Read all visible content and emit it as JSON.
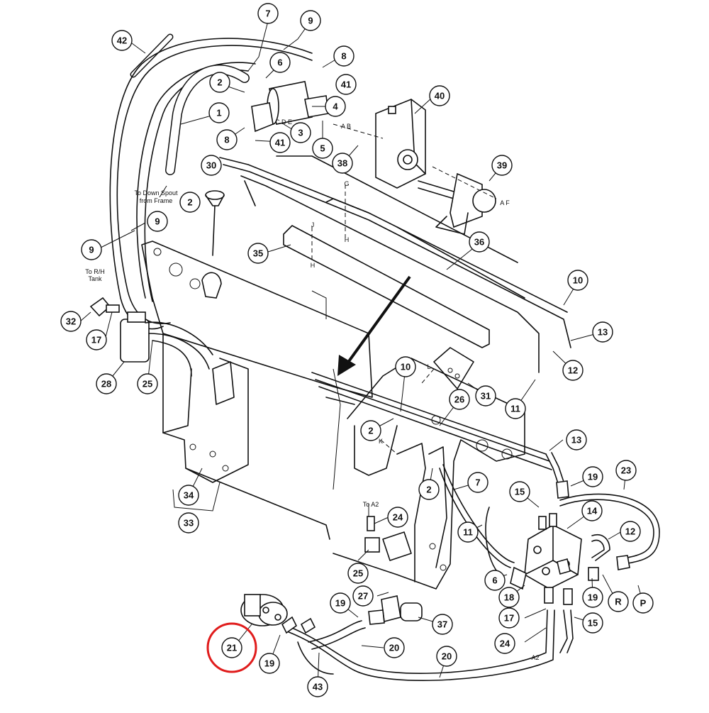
{
  "title": "",
  "highlight": {
    "label": "21",
    "color": "#e01c1c"
  },
  "notes": {
    "to_rh_tank": "To R/H\nTank",
    "to_down_spout": "To Down Spout\nfrom Frame",
    "to_a2": "To A2",
    "a2": "A2",
    "cde": "C D E",
    "ab": "A  B",
    "af": "A F",
    "g": "G",
    "h": "H",
    "j": "J",
    "h2": "H",
    "k": "K",
    "l": "L"
  },
  "callouts": [
    {
      "id": "c42",
      "label": "42"
    },
    {
      "id": "c7",
      "label": "7"
    },
    {
      "id": "c9a",
      "label": "9"
    },
    {
      "id": "c6a",
      "label": "6"
    },
    {
      "id": "c8a",
      "label": "8"
    },
    {
      "id": "c41a",
      "label": "41"
    },
    {
      "id": "c2a",
      "label": "2"
    },
    {
      "id": "c4",
      "label": "4"
    },
    {
      "id": "c1",
      "label": "1"
    },
    {
      "id": "c40",
      "label": "40"
    },
    {
      "id": "c8b",
      "label": "8"
    },
    {
      "id": "c3",
      "label": "3"
    },
    {
      "id": "c41b",
      "label": "41"
    },
    {
      "id": "c5",
      "label": "5"
    },
    {
      "id": "c38",
      "label": "38"
    },
    {
      "id": "c39",
      "label": "39"
    },
    {
      "id": "c30",
      "label": "30"
    },
    {
      "id": "c2b",
      "label": "2"
    },
    {
      "id": "c9b",
      "label": "9"
    },
    {
      "id": "c9c",
      "label": "9"
    },
    {
      "id": "c35",
      "label": "35"
    },
    {
      "id": "c36",
      "label": "36"
    },
    {
      "id": "c10a",
      "label": "10"
    },
    {
      "id": "c32",
      "label": "32"
    },
    {
      "id": "c17a",
      "label": "17"
    },
    {
      "id": "c13a",
      "label": "13"
    },
    {
      "id": "c12a",
      "label": "12"
    },
    {
      "id": "c28",
      "label": "28"
    },
    {
      "id": "c25a",
      "label": "25"
    },
    {
      "id": "c10b",
      "label": "10"
    },
    {
      "id": "c31",
      "label": "31"
    },
    {
      "id": "c11a",
      "label": "11"
    },
    {
      "id": "c26",
      "label": "26"
    },
    {
      "id": "c2c",
      "label": "2"
    },
    {
      "id": "c13b",
      "label": "13"
    },
    {
      "id": "c19a",
      "label": "19"
    },
    {
      "id": "c23",
      "label": "23"
    },
    {
      "id": "c7b",
      "label": "7"
    },
    {
      "id": "c2d",
      "label": "2"
    },
    {
      "id": "c15a",
      "label": "15"
    },
    {
      "id": "c34",
      "label": "34"
    },
    {
      "id": "c14",
      "label": "14"
    },
    {
      "id": "c33",
      "label": "33"
    },
    {
      "id": "c24a",
      "label": "24"
    },
    {
      "id": "c11b",
      "label": "11"
    },
    {
      "id": "c12b",
      "label": "12"
    },
    {
      "id": "c25b",
      "label": "25"
    },
    {
      "id": "c6b",
      "label": "6"
    },
    {
      "id": "c18",
      "label": "18"
    },
    {
      "id": "c19b",
      "label": "19"
    },
    {
      "id": "cR",
      "label": "R"
    },
    {
      "id": "cP",
      "label": "P"
    },
    {
      "id": "c27",
      "label": "27"
    },
    {
      "id": "c19c",
      "label": "19"
    },
    {
      "id": "c17b",
      "label": "17"
    },
    {
      "id": "c15b",
      "label": "15"
    },
    {
      "id": "c37",
      "label": "37"
    },
    {
      "id": "c21",
      "label": "21"
    },
    {
      "id": "c19d",
      "label": "19"
    },
    {
      "id": "c20a",
      "label": "20"
    },
    {
      "id": "c24b",
      "label": "24"
    },
    {
      "id": "c20b",
      "label": "20"
    },
    {
      "id": "c43",
      "label": "43"
    }
  ]
}
